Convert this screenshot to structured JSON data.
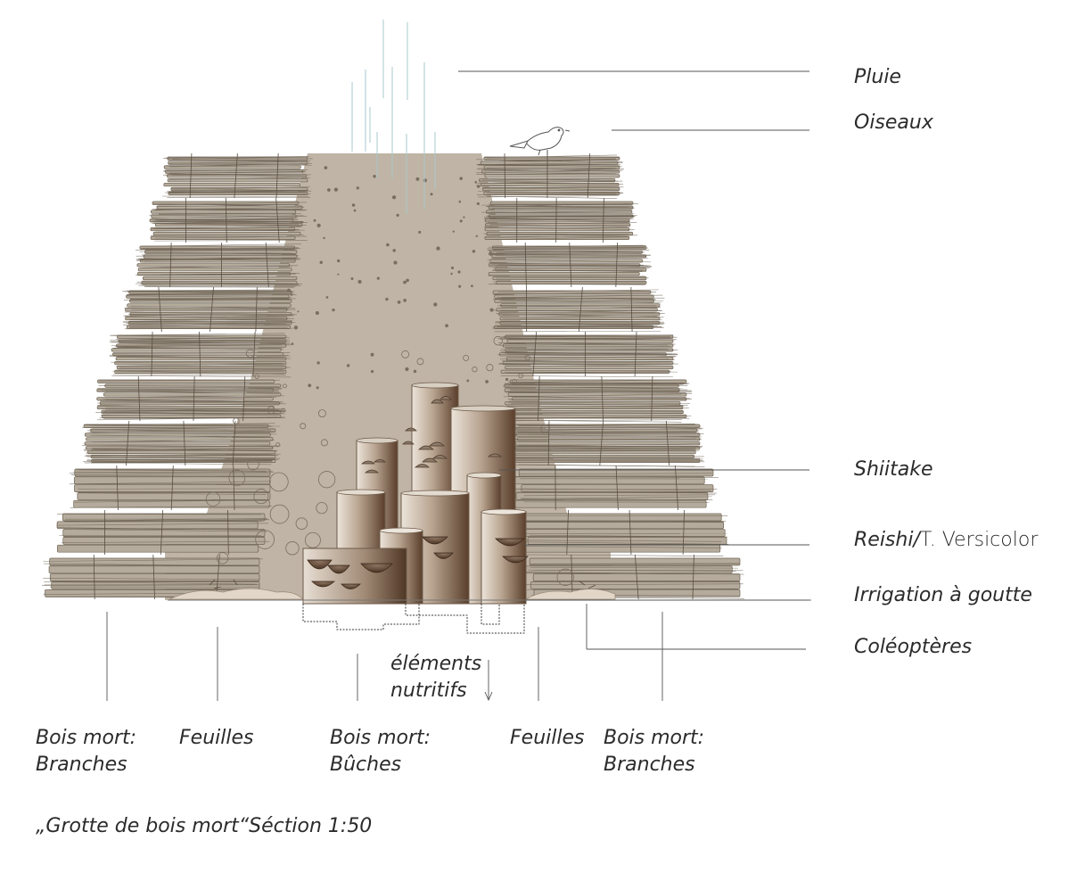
{
  "labels": {
    "pluie": "Pluie",
    "oiseaux": "Oiseaux",
    "shiitake": "Shiitake",
    "reishi_italic": "Reishi/",
    "reishi_upright": "T. Versicolor",
    "irrigation": "Irrigation à goutte",
    "coleopteres": "Coléoptères",
    "nutritifs_line1": "éléments",
    "nutritifs_line2": "nutritifs",
    "bois_branches_left_1": "Bois mort:",
    "bois_branches_left_2": "Branches",
    "feuilles_left": "Feuilles",
    "bois_buches_1": "Bois mort:",
    "bois_buches_2": "Bûches",
    "feuilles_right": "Feuilles",
    "bois_branches_right_1": "Bois mort:",
    "bois_branches_right_2": "Branches"
  },
  "caption": "„Grotte de bois mort“Séction 1:50",
  "colors": {
    "soil": "#bfb4a5",
    "wood": "#b5ab9c",
    "wood_dark": "#6e6354",
    "log_light": "#e6ddd2",
    "log_dark": "#5e4431",
    "rain": "#a8c8cc",
    "leader": "#555555",
    "leaves": "#e2d6c8"
  }
}
